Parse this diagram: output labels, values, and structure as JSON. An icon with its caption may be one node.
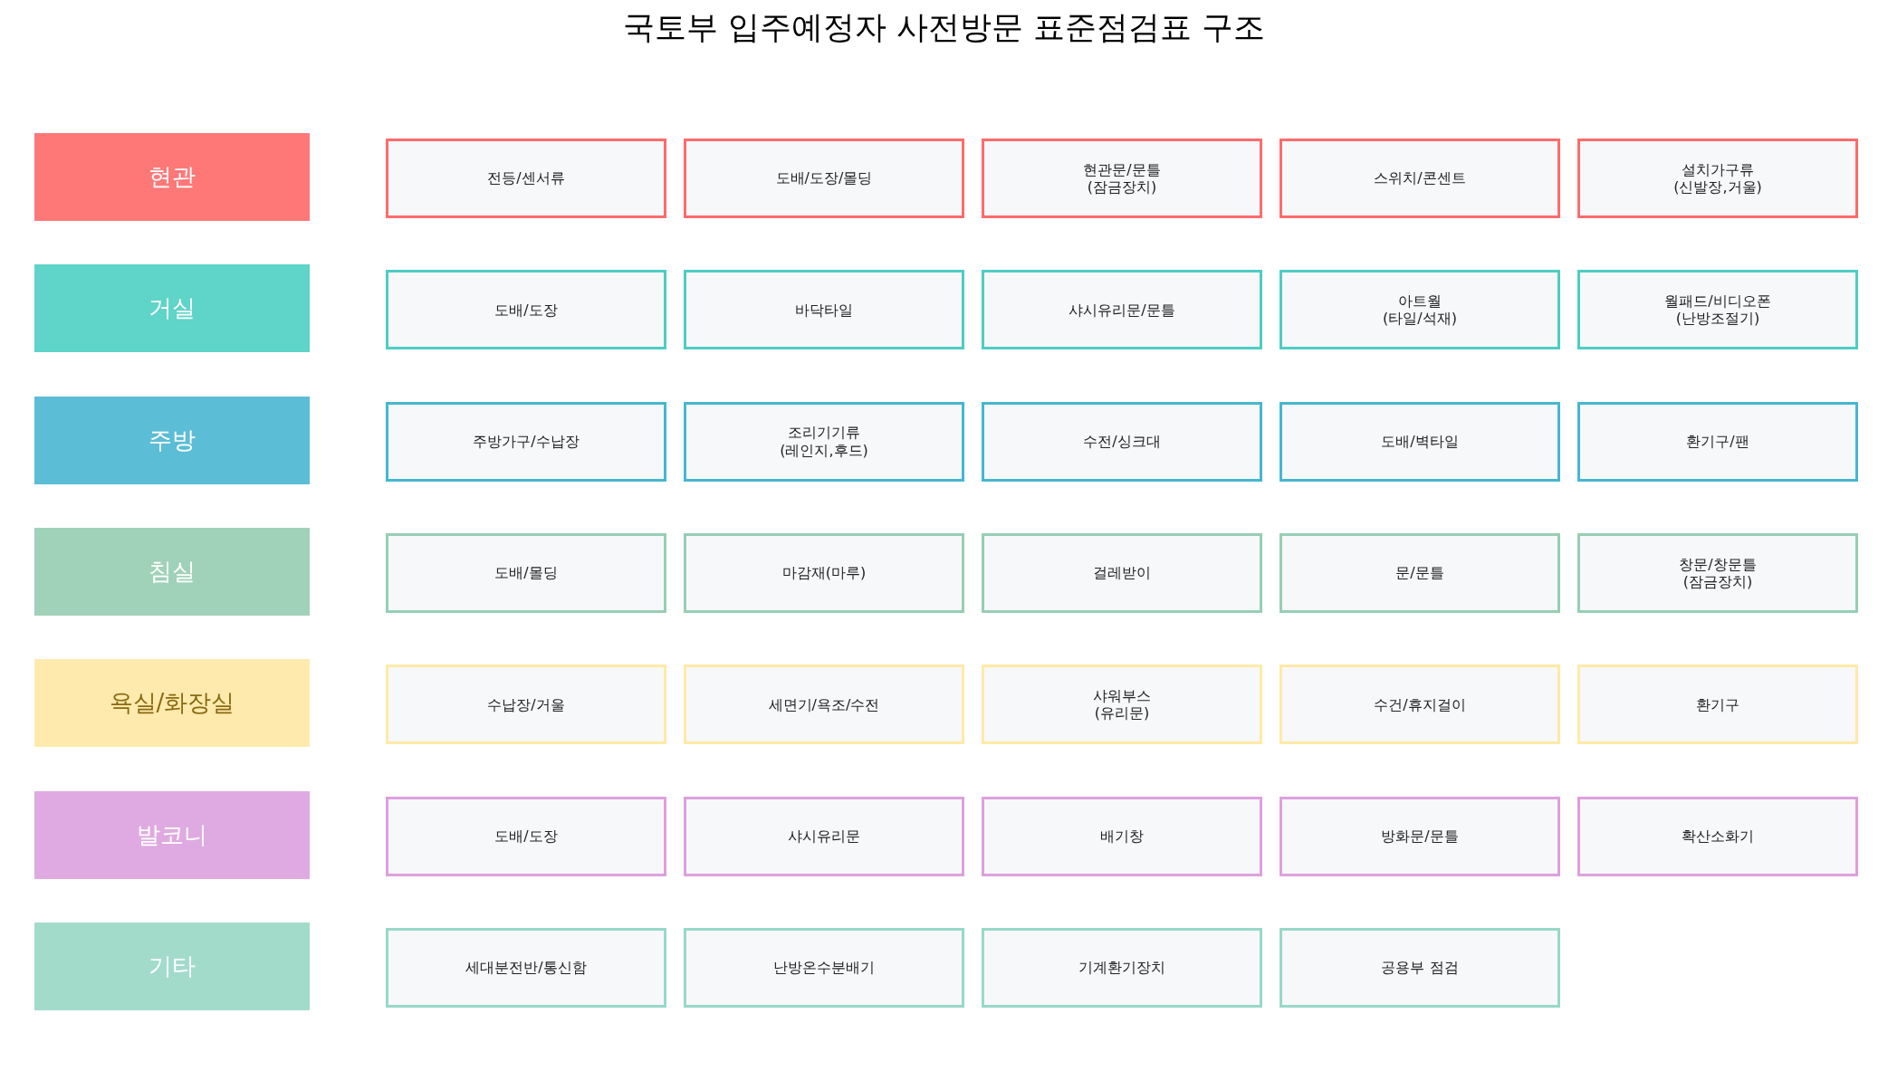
{
  "diagram": {
    "title": "국토부 입주예정자 사전방문 표준점검표 구조",
    "nodes": [
      {
        "text": [
          "현관"
        ]
      },
      {
        "text": [
          "전등/센서류"
        ]
      },
      {
        "text": [
          "도배/도장/몰딩"
        ]
      },
      {
        "text": [
          "현관문/문틀 (잠금장치)"
        ]
      },
      {
        "text": [
          "스위치/콘센트"
        ]
      },
      {
        "text": [
          "설치가구류 (신발장,거울)"
        ]
      },
      {
        "text": [
          "거실"
        ]
      },
      {
        "text": [
          "도배/도장"
        ]
      },
      {
        "text": [
          "바닥타일"
        ]
      },
      {
        "text": [
          "샤시유리문/문틀"
        ]
      },
      {
        "text": [
          "아트월 (타일/석재)"
        ]
      },
      {
        "text": [
          "월패드/비디오폰 (난방조절기)"
        ]
      },
      {
        "text": [
          "주방"
        ]
      },
      {
        "text": [
          "주방가구/수납장"
        ]
      },
      {
        "text": [
          "조리기기류 (레인지,후드)"
        ]
      },
      {
        "text": [
          "수전/싱크대"
        ]
      },
      {
        "text": [
          "도배/벽타일"
        ]
      },
      {
        "text": [
          "환기구/팬"
        ]
      },
      {
        "text": [
          "침실"
        ]
      },
      {
        "text": [
          "도배/몰딩"
        ]
      },
      {
        "text": [
          "마감재(마루)"
        ]
      },
      {
        "text": [
          "걸레받이"
        ]
      },
      {
        "text": [
          "문/문틀"
        ]
      },
      {
        "text": [
          "창문/창문틀 (잠금장치)"
        ]
      },
      {
        "text": [
          "욕실/화장실"
        ]
      },
      {
        "text": [
          "수납장/거울"
        ]
      },
      {
        "text": [
          "세면기/욕조/수전"
        ]
      },
      {
        "text": [
          "샤워부스 (유리문)"
        ]
      },
      {
        "text": [
          "수건/휴지걸이"
        ]
      },
      {
        "text": [
          "환기구"
        ]
      },
      {
        "text": [
          "발코니"
        ]
      },
      {
        "text": [
          "도배/도장"
        ]
      },
      {
        "text": [
          "샤시유리문"
        ]
      },
      {
        "text": [
          "배기창"
        ]
      },
      {
        "text": [
          "방화문/문틀"
        ]
      },
      {
        "text": [
          "확산소화기"
        ]
      },
      {
        "text": [
          "기타"
        ]
      },
      {
        "text": [
          "세대분전반/통신함"
        ]
      },
      {
        "text": [
          "난방온수분배기"
        ]
      },
      {
        "text": [
          "기계환기장치"
        ]
      },
      {
        "text": [
          "공용부 점검"
        ]
      }
    ]
  }
}
